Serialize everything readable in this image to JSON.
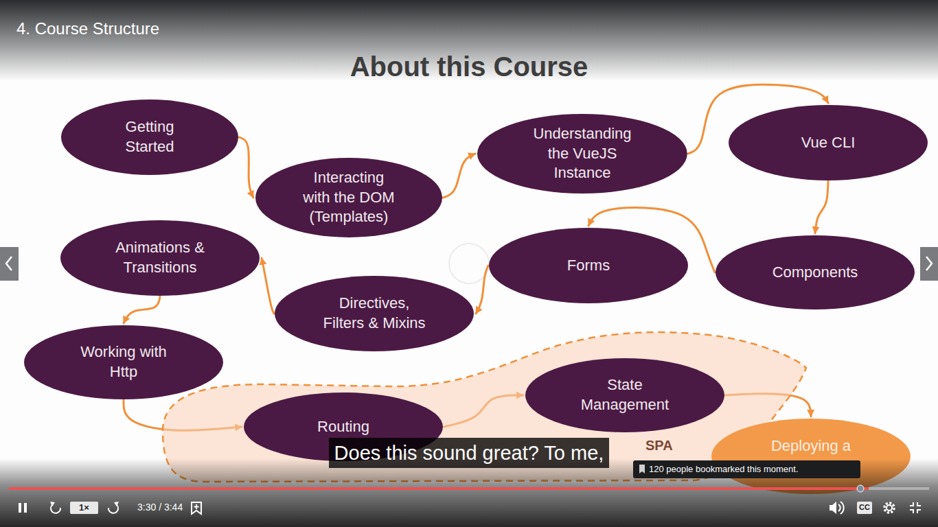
{
  "diagram": {
    "title": "About this Course",
    "nodes": [
      {
        "text": [
          "Getting Started"
        ]
      },
      {
        "text": [
          "Interacting with the DOM (Templates)"
        ]
      },
      {
        "text": [
          "Understanding the VueJS Instance"
        ]
      },
      {
        "text": [
          "Vue CLI"
        ]
      },
      {
        "text": [
          "Components"
        ]
      },
      {
        "text": [
          "Forms"
        ]
      },
      {
        "text": [
          "Directives, Filters & Mixins"
        ]
      },
      {
        "text": [
          "Animations & Transitions"
        ]
      },
      {
        "text": [
          "Working with Http"
        ]
      },
      {
        "text": [
          "SPA"
        ]
      },
      {
        "text": [
          "Routing"
        ],
        "in": 9
      },
      {
        "text": [
          "State Management"
        ],
        "in": 9
      },
      {
        "text": [
          "Deploying a"
        ]
      }
    ],
    "edges": [
      {
        "from": 0,
        "to": 1,
        "arrow": "to"
      },
      {
        "from": 1,
        "to": 2,
        "arrow": "to"
      },
      {
        "from": 2,
        "to": 3,
        "arrow": "to"
      },
      {
        "from": 3,
        "to": 4,
        "arrow": "to"
      },
      {
        "from": 4,
        "to": 5,
        "arrow": "to"
      },
      {
        "from": 5,
        "to": 6,
        "arrow": "to"
      },
      {
        "from": 6,
        "to": 7,
        "arrow": "to"
      },
      {
        "from": 7,
        "to": 8,
        "arrow": "to"
      },
      {
        "from": 8,
        "to": 10,
        "arrow": "to"
      },
      {
        "from": 10,
        "to": 11,
        "arrow": "to"
      },
      {
        "from": 11,
        "to": 12,
        "arrow": "to"
      }
    ],
    "labels": [
      "4. Course Structure",
      "Does this sound great? To me,",
      "120 people bookmarked this moment.",
      "1×",
      "3:30 / 3:44",
      "CC"
    ]
  }
}
